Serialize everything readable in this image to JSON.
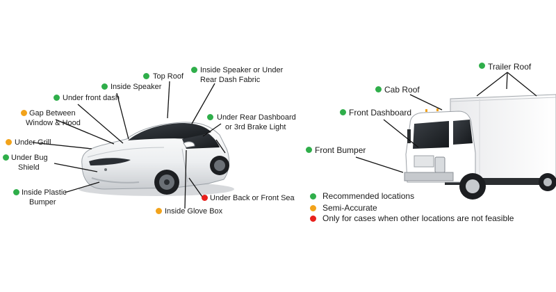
{
  "colors": {
    "recommended": "#2fae4a",
    "semi": "#f2a31b",
    "limited": "#e8201c"
  },
  "car": {
    "labels": [
      {
        "id": "top_roof",
        "status": "recommended",
        "lines": [
          "Top Roof"
        ]
      },
      {
        "id": "inside_speaker_rear",
        "status": "recommended",
        "lines": [
          "Inside Speaker or Under",
          "Rear Dash Fabric"
        ]
      },
      {
        "id": "inside_speaker",
        "status": "recommended",
        "lines": [
          "Inside Speaker"
        ]
      },
      {
        "id": "under_front_dash",
        "status": "recommended",
        "lines": [
          "Under front dash"
        ]
      },
      {
        "id": "gap_window_hood",
        "status": "semi",
        "lines": [
          "Gap Between",
          "Window & Hood"
        ]
      },
      {
        "id": "under_rear_dashboard",
        "status": "recommended",
        "lines": [
          "Under Rear Dashboard",
          "or 3rd Brake Light"
        ]
      },
      {
        "id": "under_grill",
        "status": "semi",
        "lines": [
          "Under Grill"
        ]
      },
      {
        "id": "under_bug_shield",
        "status": "recommended",
        "lines": [
          "Under Bug",
          "Shield"
        ]
      },
      {
        "id": "inside_plastic_bumper",
        "status": "recommended",
        "lines": [
          "Inside Plastic",
          "Bumper"
        ]
      },
      {
        "id": "under_back_front_seat",
        "status": "limited",
        "lines": [
          "Under Back or Front Seat"
        ]
      },
      {
        "id": "inside_glove_box",
        "status": "semi",
        "lines": [
          "Inside Glove Box"
        ]
      }
    ]
  },
  "truck": {
    "labels": [
      {
        "id": "trailer_roof",
        "status": "recommended",
        "lines": [
          "Trailer Roof"
        ]
      },
      {
        "id": "cab_roof",
        "status": "recommended",
        "lines": [
          "Cab Roof"
        ]
      },
      {
        "id": "front_dashboard",
        "status": "recommended",
        "lines": [
          "Front Dashboard"
        ]
      },
      {
        "id": "front_bumper",
        "status": "recommended",
        "lines": [
          "Front Bumper"
        ]
      }
    ]
  },
  "legend": [
    {
      "status": "recommended",
      "text": "Recommended locations"
    },
    {
      "status": "semi",
      "text": "Semi-Accurate"
    },
    {
      "status": "limited",
      "text": "Only for cases when other locations are not feasible"
    }
  ]
}
